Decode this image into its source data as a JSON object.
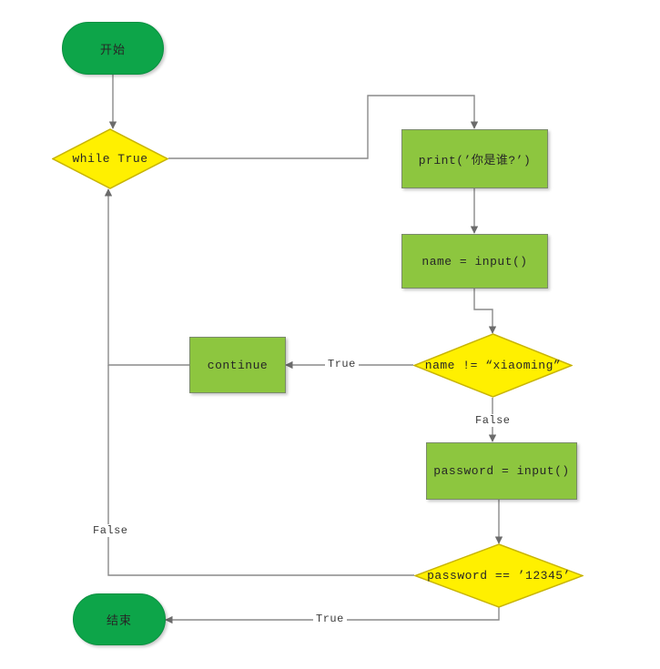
{
  "diagram": {
    "title": "Python while-loop login flowchart",
    "type": "flowchart",
    "colors": {
      "terminal_fill": "#0DA549",
      "process_fill": "#8DC63F",
      "decision_fill": "#FFF000",
      "decision_stroke": "#C8B400",
      "edge_stroke": "#808080",
      "text": "#262626",
      "background": "#FFFFFF"
    },
    "nodes": [
      {
        "id": "start",
        "shape": "terminal",
        "label": "开始"
      },
      {
        "id": "while",
        "shape": "decision",
        "label": "while True"
      },
      {
        "id": "print",
        "shape": "process",
        "label": "print(’你是谁?’)"
      },
      {
        "id": "name_in",
        "shape": "process",
        "label": "name = input()"
      },
      {
        "id": "name_check",
        "shape": "decision",
        "label": "name != “xiaoming”"
      },
      {
        "id": "continue",
        "shape": "process",
        "label": "continue"
      },
      {
        "id": "pwd_in",
        "shape": "process",
        "label": "password = input()"
      },
      {
        "id": "pwd_check",
        "shape": "decision",
        "label": "password == ’12345’"
      },
      {
        "id": "end",
        "shape": "terminal",
        "label": "结束"
      }
    ],
    "edge_labels": {
      "name_check_true": "True",
      "name_check_false": "False",
      "pwd_check_true": "True",
      "pwd_check_false": "False"
    }
  }
}
